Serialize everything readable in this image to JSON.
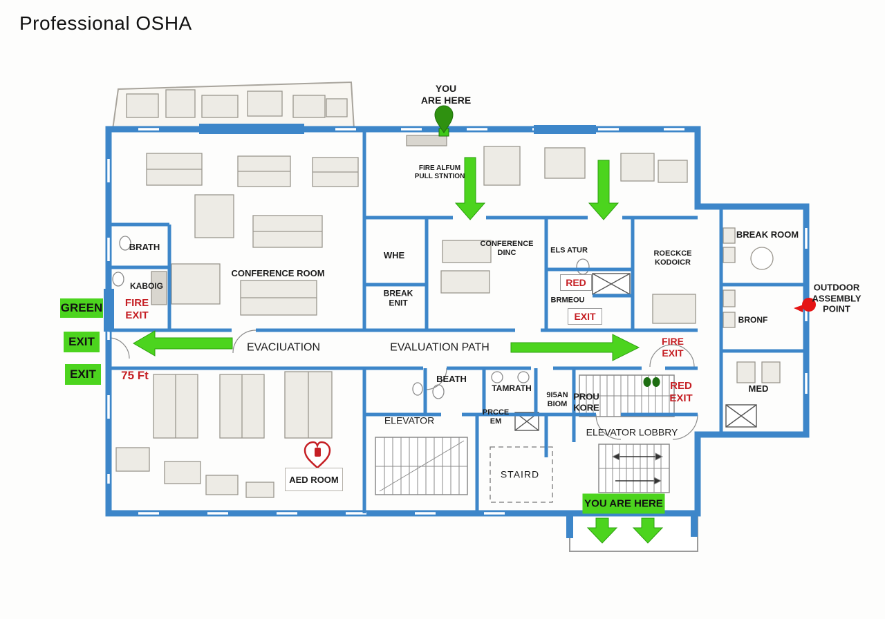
{
  "title": "Professional OSHA",
  "markers": {
    "you_are_here_top": "YOU\nARE HERE",
    "you_are_here_bottom": "YOU ARE HERE",
    "assembly_point": "OUTDOOR\nASSEMBLY\nPOINT"
  },
  "notes": {
    "fire_alarm": "FIRE ALFUM\nPULL STNTION",
    "distance": "75 Ft"
  },
  "badges": {
    "green": "GREEN",
    "exit_upper": "EXIT",
    "exit_lower": "EXIT"
  },
  "corridor": {
    "evacuation": "EVACIUATION",
    "evaluation_path": "EVALUATION PATH"
  },
  "red_labels": {
    "fire_exit_left": "FIRE\nEXIT",
    "red_box": "RED",
    "exit_box": "EXIT",
    "fire_exit_right": "FIRE\nEXIT",
    "red_exit": "RED\nEXIT"
  },
  "rooms": {
    "conference_room": "CONFERENCE ROOM",
    "brath": "BRATH",
    "kaboig": "KABOIG",
    "whe": "WHE",
    "break_enit": "BREAK\nENIT",
    "conference_dinc": "CONFERENCE\nDINC",
    "els_atur": "ELS ATUR",
    "brmeou": "BRMEOU",
    "roeckce_kodoicr": "ROECKCE\nKODOICR",
    "break_room": "BREAK ROOM",
    "bronf": "BRONF",
    "med": "MED",
    "beath": "BEATH",
    "tamrath": "TAMRATH",
    "bisan_bom": "9I5AN\nBIOM",
    "prou_kore": "PROU\nKORE",
    "elevator": "ELEVATOR",
    "prcce_em": "PRCCE\nEM",
    "elevator_lobby": "ELEVATOR LOBBRY",
    "staird": "STAIRD",
    "aed_room": "AED ROOM"
  },
  "icons": {
    "you_are_here_pin": "green-map-pin",
    "assembly_point_pin": "red-map-pin",
    "aed_heart": "red-heart-aed",
    "evacuation_arrows": "green-evacuation-arrows"
  },
  "colors": {
    "wall_blue": "#3d86c9",
    "evac_green": "#4cd41e",
    "alert_red": "#c51f24",
    "pin_green": "#2f9110",
    "pin_red": "#e51414"
  }
}
